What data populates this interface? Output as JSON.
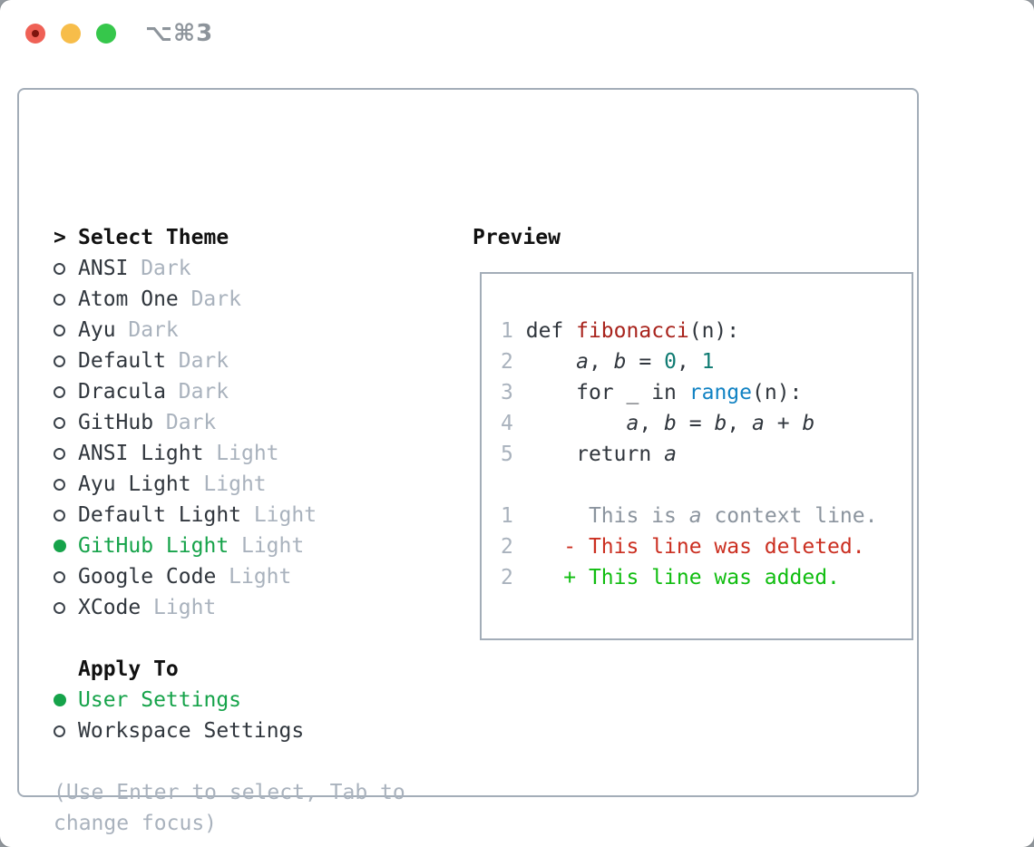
{
  "window": {
    "shortcut": "⌥⌘3",
    "controls": [
      "close",
      "minimize",
      "zoom"
    ]
  },
  "panel": {
    "header": {
      "prompt": ">",
      "label": "Select Theme"
    },
    "themes": [
      {
        "name": "ANSI",
        "variant": "Dark",
        "selected": false
      },
      {
        "name": "Atom One",
        "variant": "Dark",
        "selected": false
      },
      {
        "name": "Ayu",
        "variant": "Dark",
        "selected": false
      },
      {
        "name": "Default",
        "variant": "Dark",
        "selected": false
      },
      {
        "name": "Dracula",
        "variant": "Dark",
        "selected": false
      },
      {
        "name": "GitHub",
        "variant": "Dark",
        "selected": false
      },
      {
        "name": "ANSI Light",
        "variant": "Light",
        "selected": false
      },
      {
        "name": "Ayu Light",
        "variant": "Light",
        "selected": false
      },
      {
        "name": "Default Light",
        "variant": "Light",
        "selected": false
      },
      {
        "name": "GitHub Light",
        "variant": "Light",
        "selected": true
      },
      {
        "name": "Google Code",
        "variant": "Light",
        "selected": false
      },
      {
        "name": "XCode",
        "variant": "Light",
        "selected": false
      }
    ],
    "apply_to": {
      "label": "Apply To",
      "options": [
        {
          "name": "User Settings",
          "selected": true
        },
        {
          "name": "Workspace Settings",
          "selected": false
        }
      ]
    },
    "hint_line1": "(Use Enter to select, Tab to",
    "hint_line2": "change focus)"
  },
  "preview": {
    "label": "Preview",
    "code_lines": [
      [
        {
          "s": "1",
          "t": "lineno"
        },
        {
          "s": " ",
          "t": "plain"
        },
        {
          "s": "def ",
          "t": "kw"
        },
        {
          "s": "fibonacci",
          "t": "func"
        },
        {
          "s": "(n):",
          "t": "plain"
        }
      ],
      [
        {
          "s": "2",
          "t": "lineno"
        },
        {
          "s": "     ",
          "t": "plain"
        },
        {
          "s": "a",
          "t": "var"
        },
        {
          "s": ", ",
          "t": "plain"
        },
        {
          "s": "b",
          "t": "var"
        },
        {
          "s": " = ",
          "t": "plain"
        },
        {
          "s": "0",
          "t": "num"
        },
        {
          "s": ", ",
          "t": "plain"
        },
        {
          "s": "1",
          "t": "num"
        }
      ],
      [
        {
          "s": "3",
          "t": "lineno"
        },
        {
          "s": "     ",
          "t": "plain"
        },
        {
          "s": "for",
          "t": "kw"
        },
        {
          "s": " _ ",
          "t": "plain"
        },
        {
          "s": "in",
          "t": "kw"
        },
        {
          "s": " ",
          "t": "plain"
        },
        {
          "s": "range",
          "t": "builtin"
        },
        {
          "s": "(n):",
          "t": "plain"
        }
      ],
      [
        {
          "s": "4",
          "t": "lineno"
        },
        {
          "s": "         ",
          "t": "plain"
        },
        {
          "s": "a",
          "t": "var"
        },
        {
          "s": ", ",
          "t": "plain"
        },
        {
          "s": "b",
          "t": "var"
        },
        {
          "s": " = ",
          "t": "plain"
        },
        {
          "s": "b",
          "t": "var"
        },
        {
          "s": ", ",
          "t": "plain"
        },
        {
          "s": "a",
          "t": "var"
        },
        {
          "s": " + ",
          "t": "plain"
        },
        {
          "s": "b",
          "t": "var"
        }
      ],
      [
        {
          "s": "5",
          "t": "lineno"
        },
        {
          "s": "     ",
          "t": "plain"
        },
        {
          "s": "return",
          "t": "kw"
        },
        {
          "s": " ",
          "t": "plain"
        },
        {
          "s": "a",
          "t": "var"
        }
      ],
      [],
      [
        {
          "s": "1",
          "t": "lineno"
        },
        {
          "s": "      ",
          "t": "ctx"
        },
        {
          "s": "This is ",
          "t": "ctx"
        },
        {
          "s": "a",
          "t": "ctxvar"
        },
        {
          "s": " context line.",
          "t": "ctx"
        }
      ],
      [
        {
          "s": "2",
          "t": "lineno"
        },
        {
          "s": "    ",
          "t": "plain"
        },
        {
          "s": "- This line was deleted.",
          "t": "del"
        }
      ],
      [
        {
          "s": "2",
          "t": "lineno"
        },
        {
          "s": "    ",
          "t": "plain"
        },
        {
          "s": "+ This line was added.",
          "t": "add"
        }
      ]
    ]
  },
  "colors": {
    "selected_green": "#16a34a",
    "added_green": "#10bd10",
    "deleted_red": "#cb2f21",
    "function_red": "#a8231c",
    "builtin_blue": "#1182c3",
    "number_teal": "#0f7b72",
    "muted_gray": "#a9b2bd",
    "context_gray": "#8b949e",
    "text_dark": "#30363d",
    "panel_border": "#a3adb8"
  }
}
